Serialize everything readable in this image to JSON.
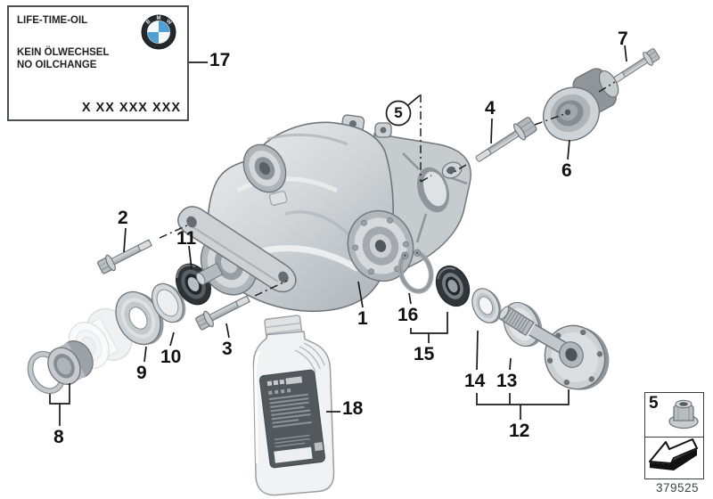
{
  "label_box": {
    "line1": "LIFE-TIME-OIL",
    "line2": "KEIN ÖLWECHSEL",
    "line3": "NO OILCHANGE",
    "part_code": "X XX XXX XXX",
    "logo_letters": "BMW"
  },
  "callouts": {
    "c1": "1",
    "c2": "2",
    "c3": "3",
    "c4": "4",
    "c5": "5",
    "c6": "6",
    "c7": "7",
    "c8": "8",
    "c9": "9",
    "c10": "10",
    "c11": "11",
    "c12": "12",
    "c13": "13",
    "c14": "14",
    "c15": "15",
    "c16": "16",
    "c17": "17",
    "c18": "18"
  },
  "legend": {
    "number": "5"
  },
  "footer": {
    "diagram_id": "379525"
  },
  "colors": {
    "line": "#1a1a1a",
    "metal_light": "#d8dbdd",
    "metal_mid": "#b9bec3",
    "metal_dark": "#8a9095",
    "seal_dark": "#2e3337",
    "bmw_blue": "#4f9fd3"
  }
}
